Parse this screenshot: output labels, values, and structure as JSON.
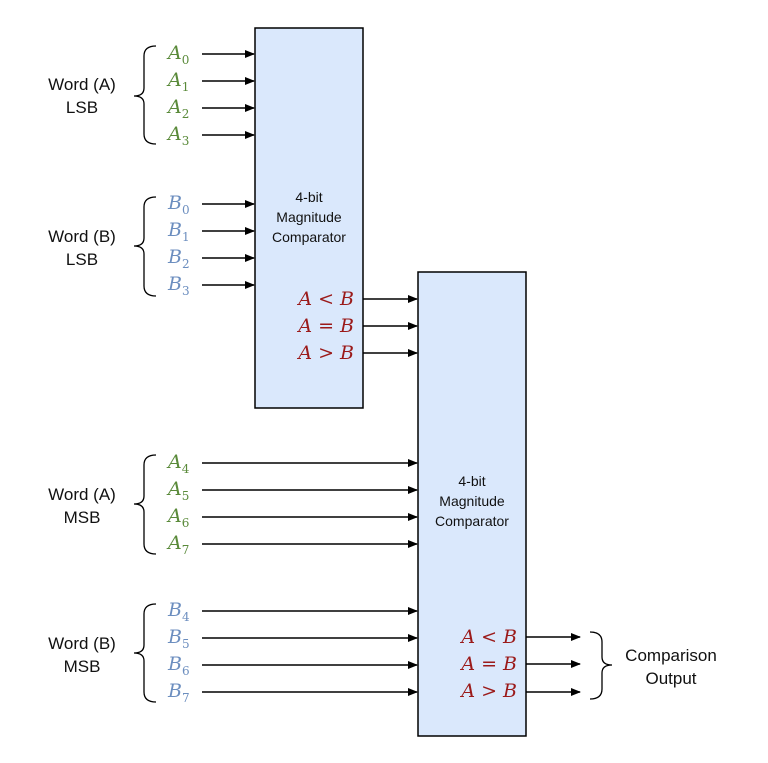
{
  "colors": {
    "signal_a": "#5a8a3a",
    "signal_b": "#6c8ebf",
    "output": "#9b1a1a",
    "box_fill": "#dae8fc",
    "stroke": "#000000"
  },
  "comparators": {
    "lsb": {
      "line1": "4-bit",
      "line2": "Magnitude",
      "line3": "Comparator"
    },
    "msb": {
      "line1": "4-bit",
      "line2": "Magnitude",
      "line3": "Comparator"
    }
  },
  "groups": {
    "word_a_lsb": {
      "line1": "Word (A)",
      "line2": "LSB"
    },
    "word_b_lsb": {
      "line1": "Word (B)",
      "line2": "LSB"
    },
    "word_a_msb": {
      "line1": "Word (A)",
      "line2": "MSB"
    },
    "word_b_msb": {
      "line1": "Word (B)",
      "line2": "MSB"
    }
  },
  "signals": {
    "a": [
      "A",
      "A",
      "A",
      "A",
      "A",
      "A",
      "A",
      "A"
    ],
    "a_sub": [
      "0",
      "1",
      "2",
      "3",
      "4",
      "5",
      "6",
      "7"
    ],
    "b": [
      "B",
      "B",
      "B",
      "B",
      "B",
      "B",
      "B",
      "B"
    ],
    "b_sub": [
      "0",
      "1",
      "2",
      "3",
      "4",
      "5",
      "6",
      "7"
    ]
  },
  "outputs": {
    "lsb": [
      "A < B",
      "A = B",
      "A > B"
    ],
    "msb": [
      "A < B",
      "A = B",
      "A > B"
    ]
  },
  "comparison_output": {
    "line1": "Comparison",
    "line2": "Output"
  }
}
